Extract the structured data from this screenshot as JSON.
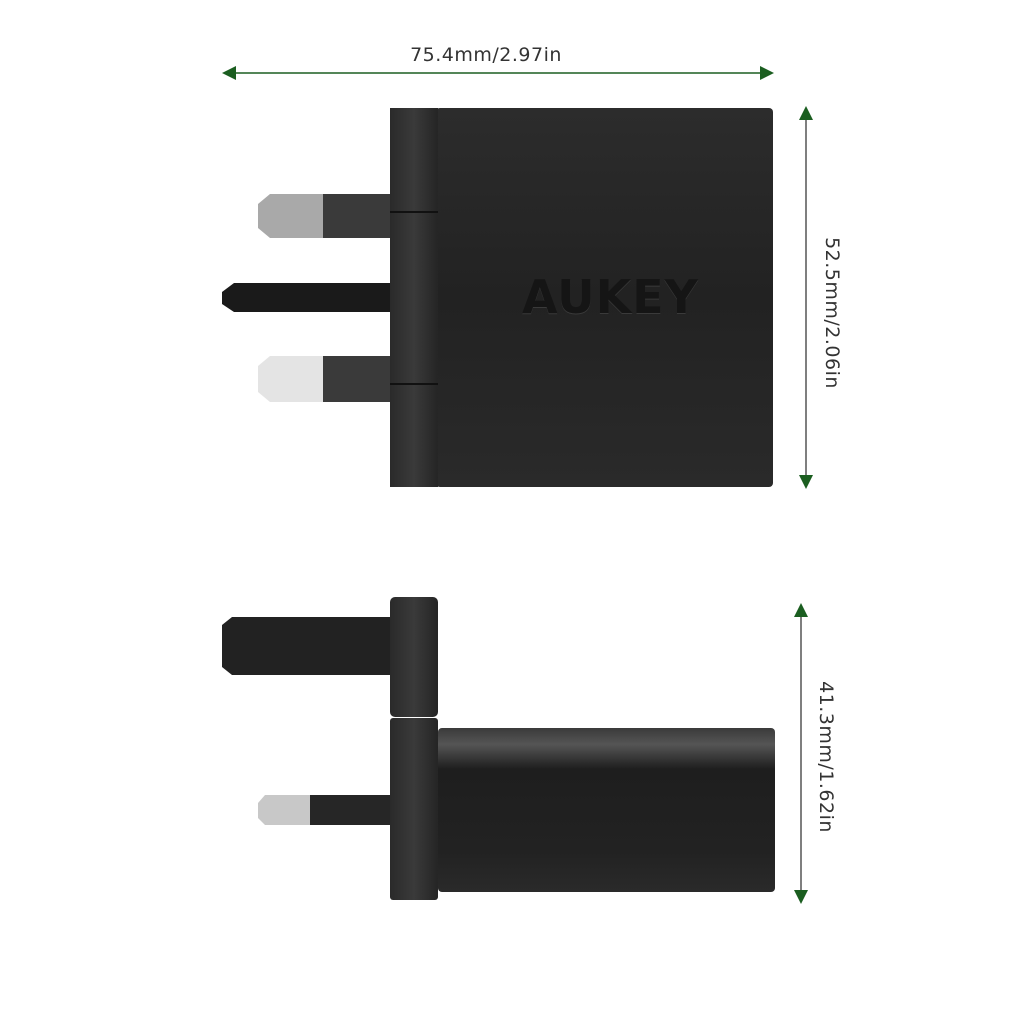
{
  "dimensions": {
    "width": "75.4mm/2.97in",
    "height": "52.5mm/2.06in",
    "depth": "41.3mm/1.62in"
  },
  "brand": "AUKEY",
  "colors": {
    "arrow": "#1b5e20",
    "body": "#252525"
  }
}
